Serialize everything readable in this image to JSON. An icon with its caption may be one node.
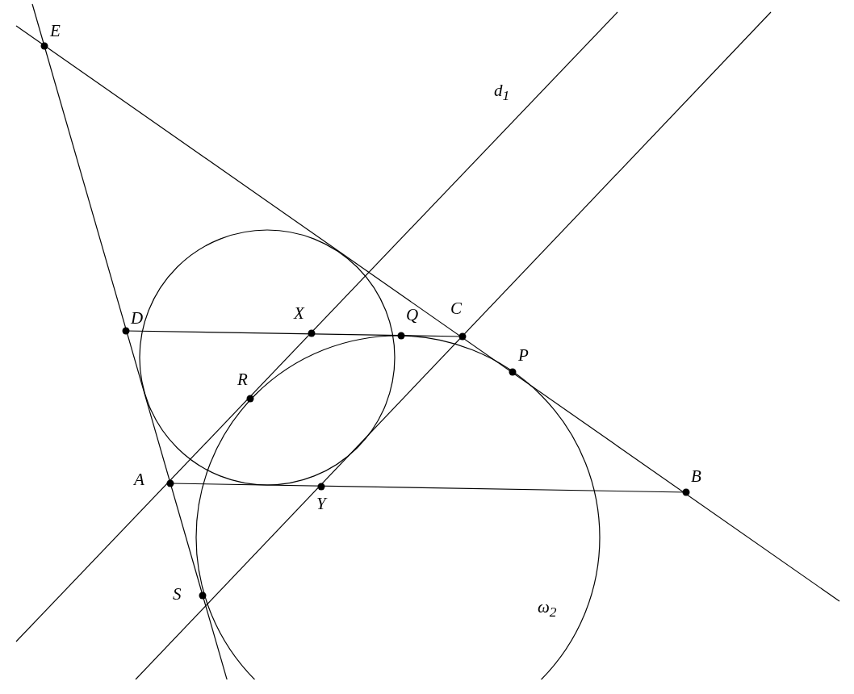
{
  "diagram": {
    "labels": [
      "E",
      "d$_{1}$",
      "D",
      "X",
      "Q",
      "C",
      "P",
      "R",
      "A",
      "B",
      "Y",
      "S",
      "ω$_{2}$"
    ]
  }
}
